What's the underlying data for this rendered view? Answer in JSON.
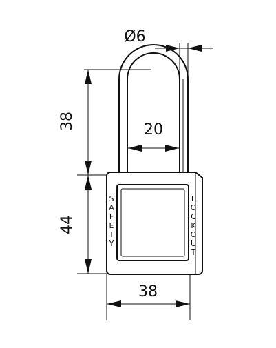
{
  "dimensions": {
    "shackle_diameter": "Ø6",
    "shackle_height": "38",
    "shackle_inner_width": "20",
    "body_height": "44",
    "body_width": "38"
  },
  "body_labels": {
    "left_vertical": [
      "S",
      "A",
      "F",
      "E",
      "T",
      "Y"
    ],
    "right_vertical": [
      "L",
      "O",
      "C",
      "K",
      "O",
      "U",
      "T"
    ]
  },
  "colors": {
    "line": "#111111",
    "background": "#ffffff"
  }
}
